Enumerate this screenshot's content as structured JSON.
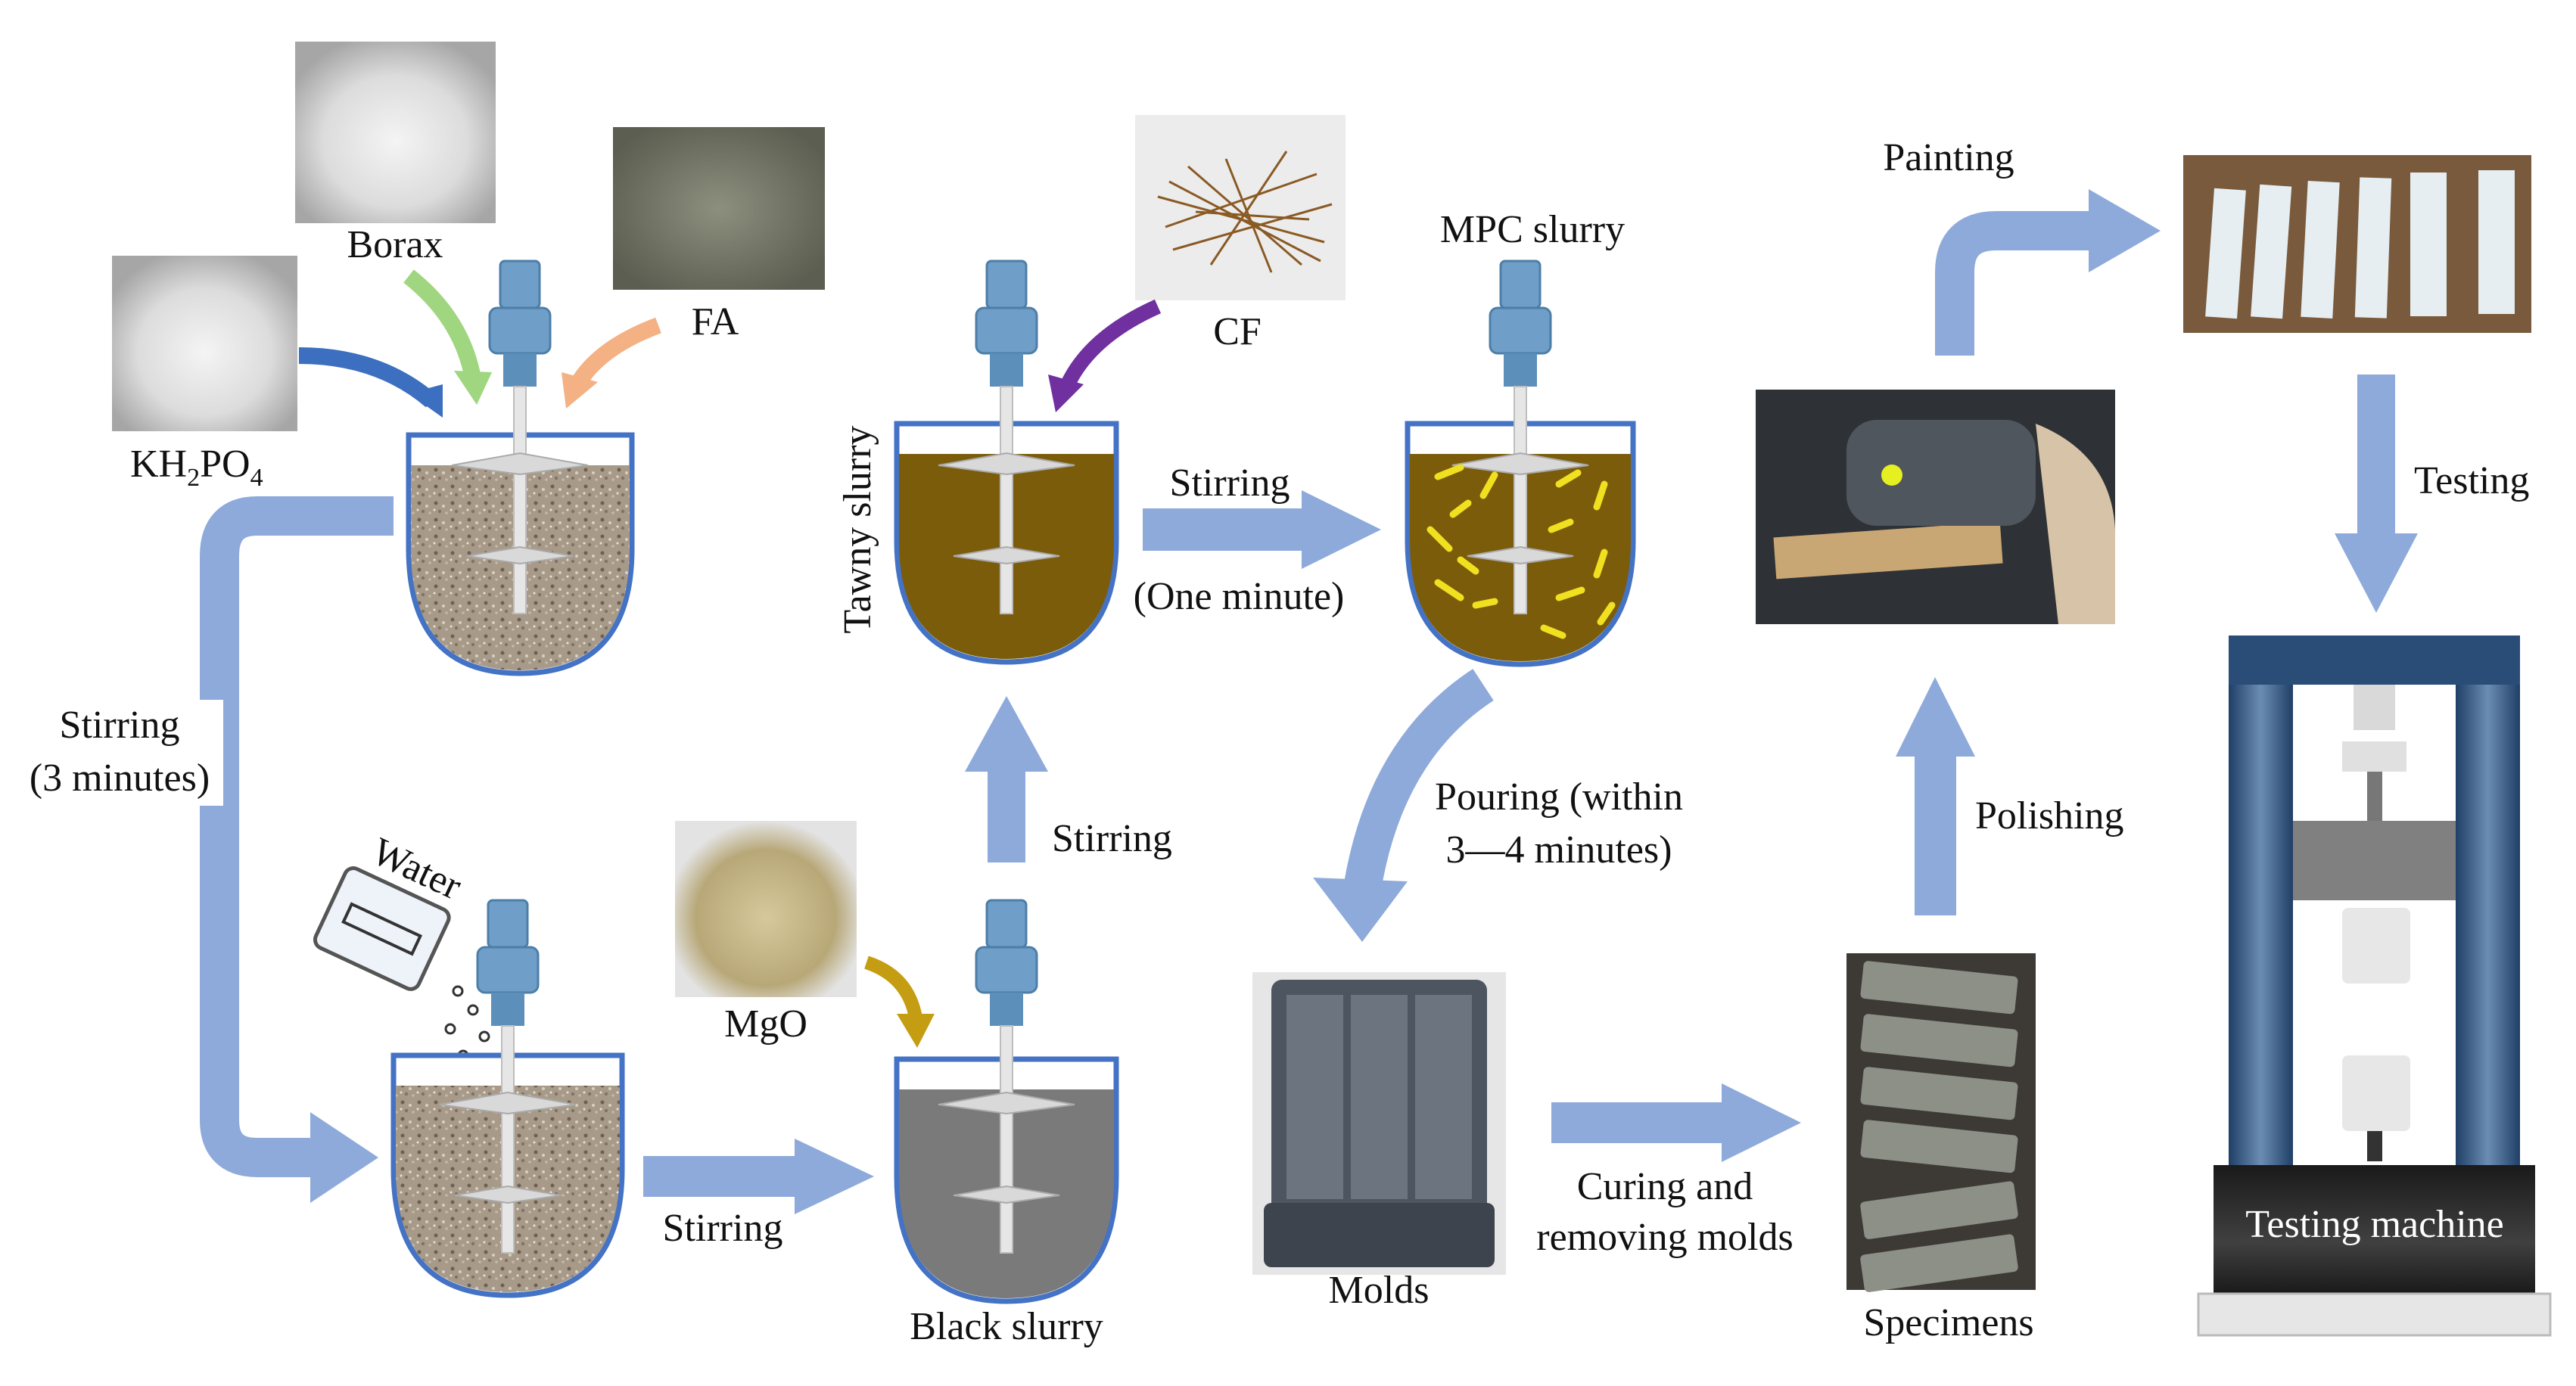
{
  "diagram": {
    "materials": {
      "borax": "Borax",
      "fa": "FA",
      "kh2po4_prefix": "KH",
      "kh2po4_sub1": "2",
      "kh2po4_mid": "PO",
      "kh2po4_sub2": "4",
      "water": "Water",
      "mgo": "MgO",
      "cf": "CF"
    },
    "steps": {
      "stirring_3min_line1": "Stirring",
      "stirring_3min_line2": "(3 minutes)",
      "stirring_bottom": "Stirring",
      "stirring_up": "Stirring",
      "stirring_one_min": "Stirring",
      "one_minute": "(One minute)",
      "pouring_line1": "Pouring (within",
      "pouring_line2": "3—4 minutes)",
      "curing_line1": "Curing and",
      "curing_line2": "removing molds",
      "polishing": "Polishing",
      "painting": "Painting",
      "testing": "Testing"
    },
    "slurries": {
      "black": "Black slurry",
      "tawny": "Tawny slurry",
      "mpc": "MPC slurry"
    },
    "objects": {
      "molds": "Molds",
      "specimens": "Specimens",
      "testing_machine": "Testing machine"
    },
    "colors": {
      "arrow": "#8eaadb",
      "vessel_outline": "#4472c4",
      "tawny": "#7b5c0a",
      "black_slurry": "#7a7a7a",
      "stirrer": "#6f9fc8",
      "fiber_yellow": "#f0e020",
      "arrow_blue": "#3c6fc0",
      "arrow_green": "#9fd67f",
      "arrow_orange": "#f4b183",
      "arrow_purple": "#7030a0",
      "arrow_gold": "#c59d12"
    }
  }
}
